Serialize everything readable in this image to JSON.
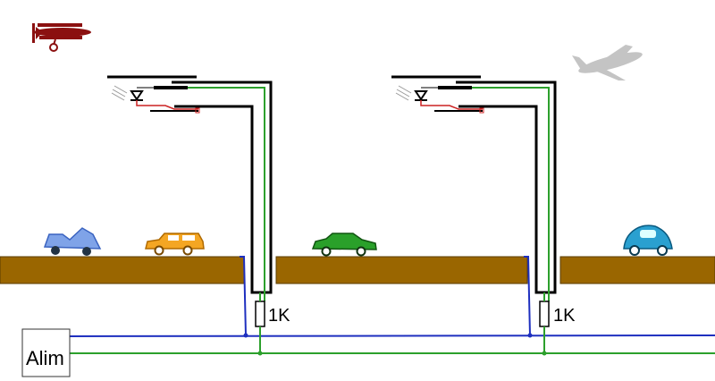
{
  "power_supply": {
    "label": "Alim"
  },
  "resistors": [
    {
      "label": "1K"
    },
    {
      "label": "1K"
    }
  ],
  "colors": {
    "road": "#9a6600",
    "positive_wire": "#1e2fbf",
    "signal_wire": "#2ca02c",
    "sensor_wire": "#cc2222",
    "biplane": "#8b1010",
    "jet": "#bdbdbd"
  },
  "icons": [
    "biplane-icon",
    "airliner-icon",
    "wrecked-car-icon",
    "station-wagon-icon",
    "green-car-icon",
    "blue-beetle-car-icon",
    "photodiode-icon"
  ]
}
